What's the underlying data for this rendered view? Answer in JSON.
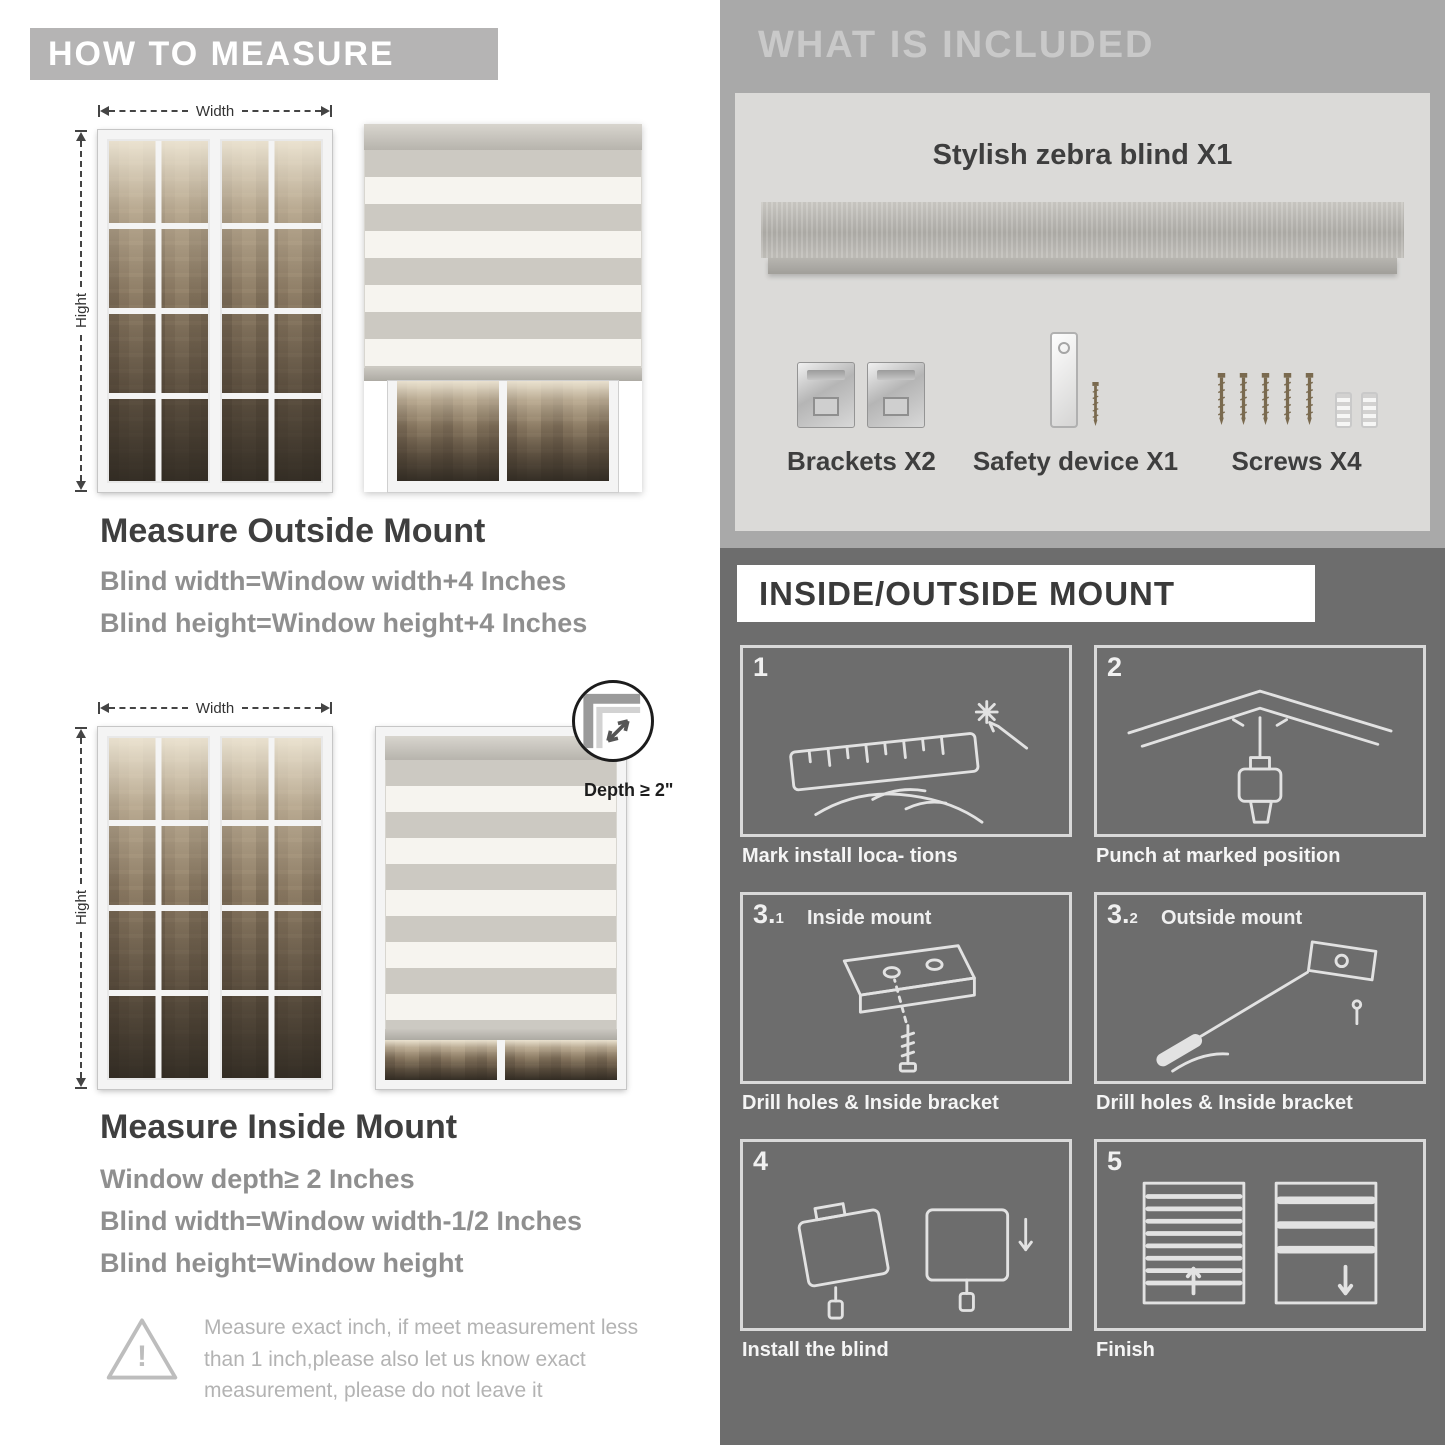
{
  "colors": {
    "banner_gray": "#b5b4b4",
    "included_bg": "#a9a9a9",
    "panel_bg": "#dbdad8",
    "mount_bg": "#6d6d6d",
    "title_dark": "#3f3f3f",
    "formula_gray": "#8f8f8f"
  },
  "left": {
    "header": "HOW TO MEASURE",
    "width_label": "Width",
    "height_label": "Hight",
    "outside": {
      "title": "Measure Outside Mount",
      "line1": "Blind width=Window width+4 Inches",
      "line2": "Blind height=Window height+4 Inches"
    },
    "inside": {
      "depth_label": "Depth ≥ 2\"",
      "title": "Measure Inside Mount",
      "line0": "Window depth≥ 2 Inches",
      "line1": "Blind width=Window width-1/2 Inches",
      "line2": "Blind height=Window height"
    },
    "warning": {
      "mark": "!",
      "text": "Measure exact inch, if meet measurement less than 1 inch,please also let us know exact measurement, please do not leave it"
    }
  },
  "right": {
    "included": {
      "header": "WHAT IS INCLUDED",
      "blind_label": "Stylish zebra blind X1",
      "parts": [
        {
          "label": "Brackets X2"
        },
        {
          "label": "Safety device X1"
        },
        {
          "label": "Screws X4"
        }
      ]
    },
    "mount": {
      "header": "INSIDE/OUTSIDE MOUNT",
      "steps": [
        {
          "num": "1",
          "sub": "",
          "title": "",
          "caption": "Mark install loca- tions"
        },
        {
          "num": "2",
          "sub": "",
          "title": "",
          "caption": "Punch at  marked position"
        },
        {
          "num": "3.",
          "sub": "1",
          "title": "Inside mount",
          "caption": "Drill holes &  Inside bracket"
        },
        {
          "num": "3.",
          "sub": "2",
          "title": "Outside mount",
          "caption": "Drill holes &  Inside bracket"
        },
        {
          "num": "4",
          "sub": "",
          "title": "",
          "caption": "Install the blind"
        },
        {
          "num": "5",
          "sub": "",
          "title": "",
          "caption": "Finish"
        }
      ]
    }
  }
}
